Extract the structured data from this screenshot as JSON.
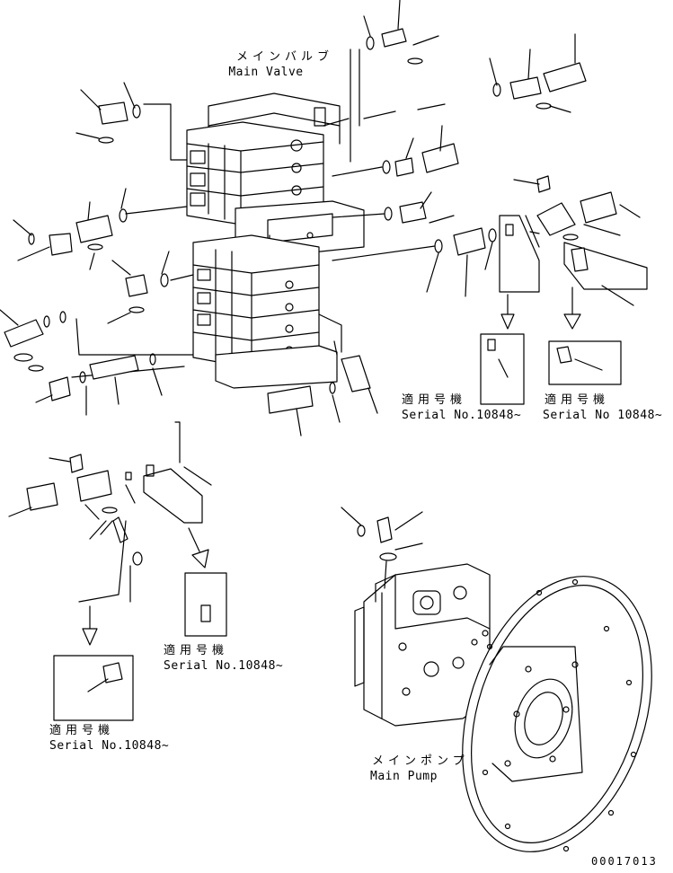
{
  "labels": {
    "main_valve_jp": "メインバルブ",
    "main_valve_en": "Main Valve",
    "main_pump_jp": "メインポンプ",
    "main_pump_en": "Main Pump",
    "applicable_jp": "適用号機",
    "serial_a": "Serial No.10848~",
    "serial_b": "Serial No 10848~",
    "drawing_number": "00017013"
  }
}
